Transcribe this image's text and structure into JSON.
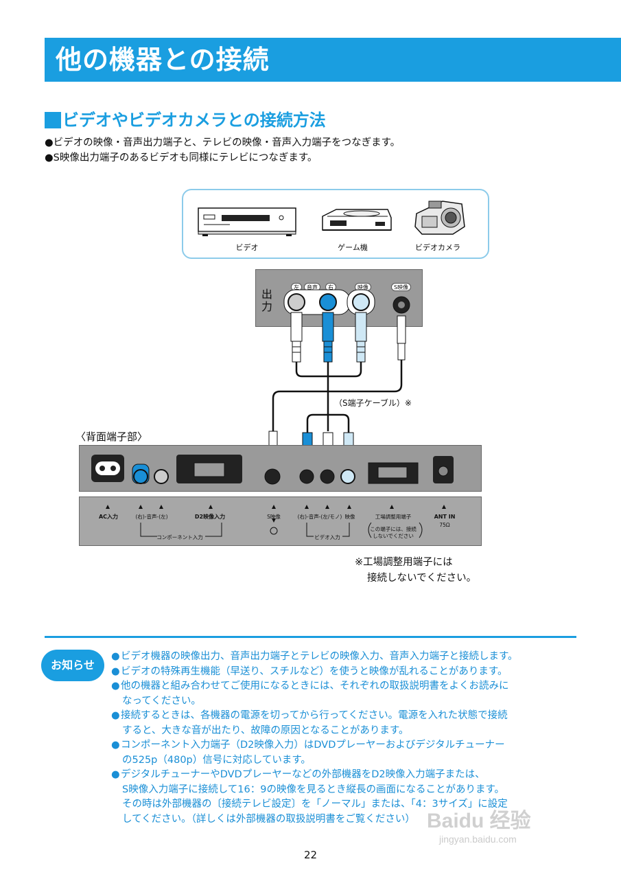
{
  "page_title": "他の機器との接続",
  "section": {
    "title": "ビデオやビデオカメラとの接続方法",
    "bullets": [
      "●ビデオの映像・音声出力端子と、テレビの映像・音声入力端子をつなぎます。",
      "●S映像出力端子のあるビデオも同様にテレビにつなぎます。"
    ]
  },
  "devices": [
    "ビデオ",
    "ゲーム機",
    "ビデオカメラ"
  ],
  "output_panel": {
    "label": "出力",
    "left": "左",
    "audio": "音声",
    "right": "右",
    "video": "映像",
    "svideo": "S映像"
  },
  "cable_label": "（S端子ケーブル）※",
  "back_label": "〈背面端子部〉",
  "rear_labels": {
    "ac": "AC入力",
    "comp_audio": "(右)-音声-(左)",
    "d2": "D2映像入力",
    "comp_group": "コンポーネント入力",
    "svideo": "S映像",
    "vid_audio": "(右)-音声-(左/モノ)",
    "video": "映像",
    "vid_group": "ビデオ入力",
    "factory": "工場調整用端子",
    "factory_note1": "この端子には、接続",
    "factory_note2": "しないでください",
    "ant": "ANT IN",
    "ohm": "75Ω"
  },
  "note_lines": [
    "※工場調整用端子には",
    "接続しないでください。"
  ],
  "oshirase": "お知らせ",
  "info": [
    {
      "bullet": "●",
      "lines": [
        "ビデオ機器の映像出力、音声出力端子とテレビの映像入力、音声入力端子と接続します。"
      ]
    },
    {
      "bullet": "●",
      "lines": [
        "ビデオの特殊再生機能（早送り、スチルなど）を使うと映像が乱れることがあります。"
      ]
    },
    {
      "bullet": "●",
      "lines": [
        "他の機器と組み合わせてご使用になるときには、それぞれの取扱説明書をよくお読みに",
        "なってください。"
      ]
    },
    {
      "bullet": "●",
      "lines": [
        "接続するときは、各機器の電源を切ってから行ってください。電源を入れた状態で接続",
        "すると、大きな音が出たり、故障の原因となることがあります。"
      ]
    },
    {
      "bullet": "●",
      "lines": [
        "コンポーネント入力端子（D2映像入力）はDVDプレーヤーおよびデジタルチューナー",
        "の525p（480p）信号に対応しています。"
      ]
    },
    {
      "bullet": "●",
      "lines": [
        "デジタルチューナーやDVDプレーヤーなどの外部機器をD2映像入力端子または、",
        "S映像入力端子に接続して16：9の映像を見るとき縦長の画面になることがあります。",
        "その時は外部機器の〔接続テレビ設定〕を「ノーマル」または、「4：3サイズ」に設定",
        "してください。（詳しくは外部機器の取扱説明書をご覧ください）"
      ]
    }
  ],
  "page_number": "22",
  "watermark": "Baidu 经验",
  "watermark_url": "jingyan.baidu.com",
  "colors": {
    "accent": "#1a9ee0",
    "cable_blue": "#1a8fd6",
    "panel_gray": "#9a9a9a"
  }
}
